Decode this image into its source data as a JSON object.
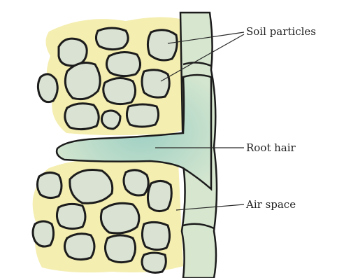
{
  "labels": {
    "soil_particles": "Soil particles",
    "root_hair": "Root hair",
    "air_space": "Air space"
  },
  "colors": {
    "soil_water": "#f4eeb0",
    "particle_fill": "#d9e2d3",
    "root_fill": "#cfe3cf",
    "root_center": "#a7d3c8",
    "outline": "#1c1c1c",
    "label_text": "#1f1f1f"
  }
}
